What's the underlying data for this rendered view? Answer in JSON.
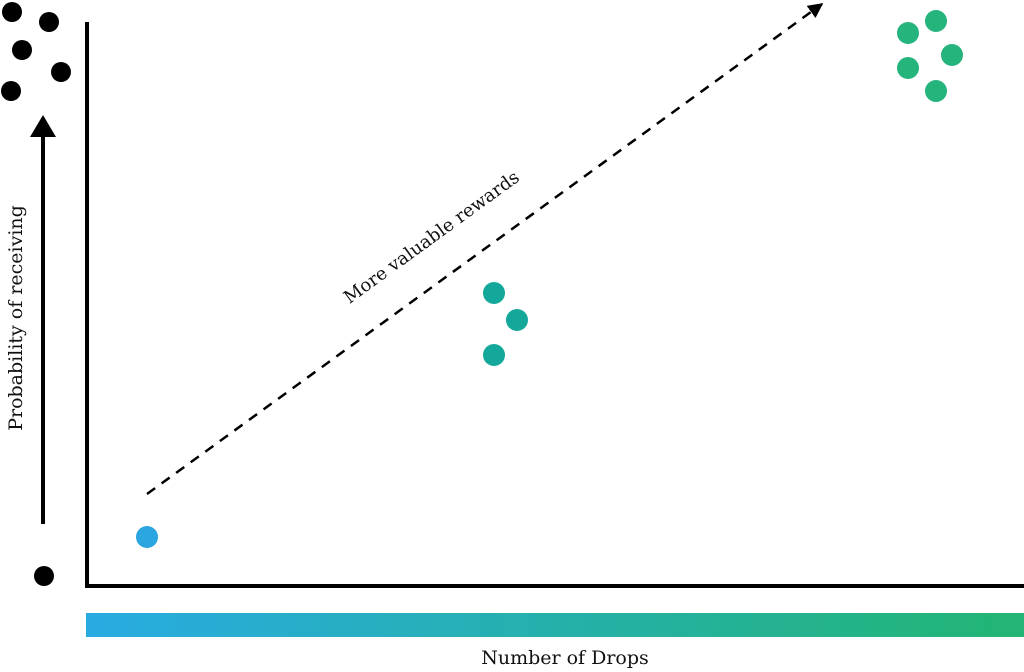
{
  "labels": {
    "diagonal": "More valuable rewards",
    "y_axis": "Probability of receiving",
    "x_axis": "Number of Drops"
  },
  "colors": {
    "ink": "#000000",
    "blue": "#2ba6e0",
    "teal": "#14a89a",
    "green": "#25b47c",
    "gradient_start": "#29abe2",
    "gradient_end": "#22b573"
  },
  "clusters": [
    {
      "name": "single-drop",
      "color": "blue",
      "dots": 1
    },
    {
      "name": "three-drops",
      "color": "teal",
      "dots": 3
    },
    {
      "name": "five-drops",
      "color": "green",
      "dots": 5
    }
  ],
  "side_scale": {
    "top_dots": 5,
    "bottom_dots": 1
  }
}
